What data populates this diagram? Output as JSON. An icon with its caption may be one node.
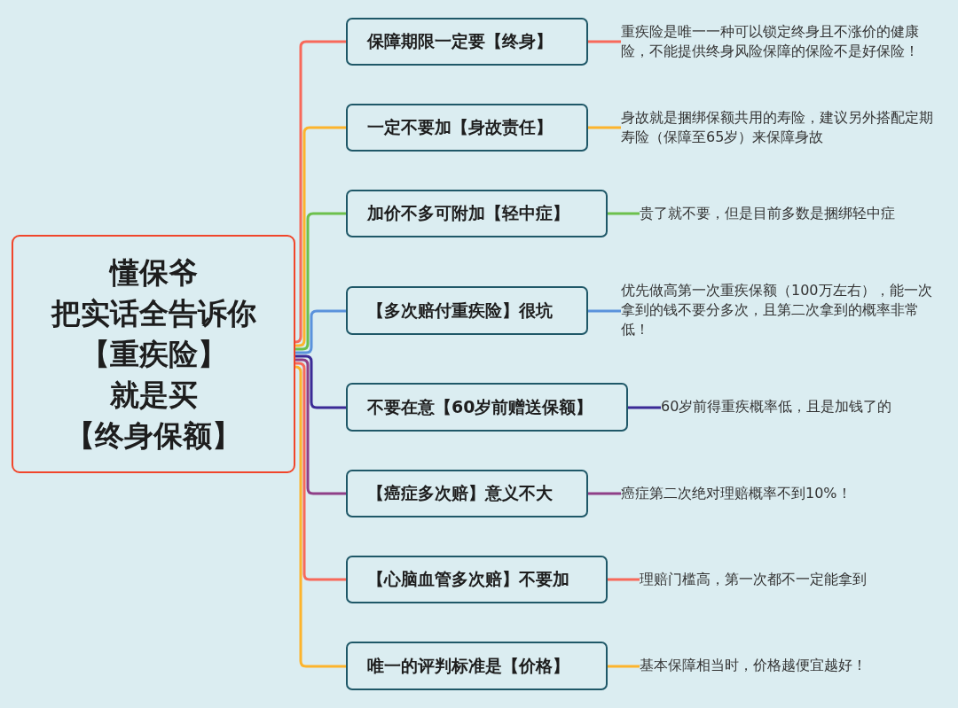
{
  "diagram": {
    "nodes": [
      {
        "text": [
          "懂保爷",
          "把实话全告诉你",
          "【重疾险】",
          "就是买",
          "【终身保额】"
        ]
      },
      {
        "text": [
          "保障期限一定要【终身】"
        ]
      },
      {
        "text": [
          "一定不要加【身故责任】"
        ]
      },
      {
        "text": [
          "加价不多可附加【轻中症】"
        ]
      },
      {
        "text": [
          "【多次赔付重疾险】很坑"
        ]
      },
      {
        "text": [
          "不要在意【60岁前赠送保额】"
        ]
      },
      {
        "text": [
          "【癌症多次赔】意义不大"
        ]
      },
      {
        "text": [
          "【心脑血管多次赔】不要加"
        ]
      },
      {
        "text": [
          "唯一的评判标准是【价格】"
        ]
      },
      {
        "text": [
          "重疾险是唯一一种可以锁定终身且不涨价的健康险，不能提供终身风险保障的保险不是好保险！"
        ]
      },
      {
        "text": [
          "身故就是捆绑保额共用的寿险，建议另外搭配定期寿险（保障至65岁）来保障身故"
        ]
      },
      {
        "text": [
          "贵了就不要，但是目前多数是捆绑轻中症"
        ]
      },
      {
        "text": [
          "优先做高第一次重疾保额（100万左右），能一次拿到的钱不要分多次，且第二次拿到的概率非常低！"
        ]
      },
      {
        "text": [
          "60岁前得重疾概率低，且是加钱了的"
        ]
      },
      {
        "text": [
          "癌症第二次绝对理赔概率不到10%！"
        ]
      },
      {
        "text": [
          "理赔门槛高，第一次都不一定能拿到"
        ]
      },
      {
        "text": [
          "基本保障相当时，价格越便宜越好！"
        ]
      }
    ],
    "edges": [
      {
        "from": 0,
        "to": 1,
        "arrow": "none",
        "color": "#f8695a"
      },
      {
        "from": 0,
        "to": 2,
        "arrow": "none",
        "color": "#fdb42c"
      },
      {
        "from": 0,
        "to": 3,
        "arrow": "none",
        "color": "#6cc04c"
      },
      {
        "from": 0,
        "to": 4,
        "arrow": "none",
        "color": "#5a92dc"
      },
      {
        "from": 0,
        "to": 5,
        "arrow": "none",
        "color": "#3b2a96"
      },
      {
        "from": 0,
        "to": 6,
        "arrow": "none",
        "color": "#8f3f87"
      },
      {
        "from": 0,
        "to": 7,
        "arrow": "none",
        "color": "#f8695a"
      },
      {
        "from": 0,
        "to": 8,
        "arrow": "none",
        "color": "#fdb42c"
      },
      {
        "from": 1,
        "to": 9,
        "arrow": "none",
        "color": "#f8695a"
      },
      {
        "from": 2,
        "to": 10,
        "arrow": "none",
        "color": "#fdb42c"
      },
      {
        "from": 3,
        "to": 11,
        "arrow": "none",
        "color": "#6cc04c"
      },
      {
        "from": 4,
        "to": 12,
        "arrow": "none",
        "color": "#5a92dc"
      },
      {
        "from": 5,
        "to": 13,
        "arrow": "none",
        "color": "#3b2a96"
      },
      {
        "from": 6,
        "to": 14,
        "arrow": "none",
        "color": "#8f3f87"
      },
      {
        "from": 7,
        "to": 15,
        "arrow": "none",
        "color": "#f8695a"
      },
      {
        "from": 8,
        "to": 16,
        "arrow": "none",
        "color": "#fdb42c"
      }
    ]
  }
}
